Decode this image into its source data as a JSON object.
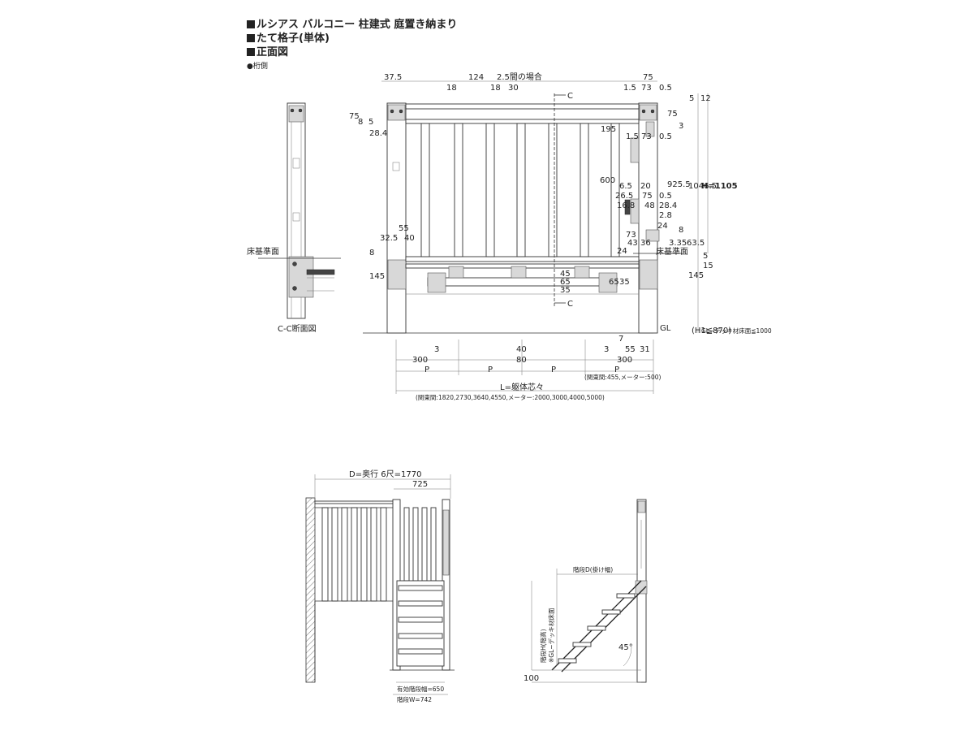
{
  "titles": {
    "line1": "ルシアス バルコニー 柱建式 庭置き納まり",
    "line2": "たて格子(単体)",
    "line3": "正面図",
    "sub": "●桁側"
  },
  "labels": {
    "floor_left": "床基準面",
    "floor_right": "床基準面",
    "cc_section": "C-C断面図",
    "section_c": "C",
    "gl": "GL",
    "span_case": "2.5間の場合",
    "p": "P",
    "l_center": "L=躯体芯々",
    "kanto_p": "(関東間:455,メーター:500)",
    "kanto_l": "(関東間:1820,2730,3640,4550,メーター:2000,3000,4000,5000)",
    "h_total": "H=1105",
    "h1": "(H1≦870)",
    "gl_deck": "GL~デッキ材床面≦1000",
    "depth": "D=奥行 6尺=1770",
    "w725": "725",
    "stair_eff": "有効階段幅=650",
    "stair_w": "階段W=742",
    "stair_d": "階段D(掛け幅)",
    "stair_h": "階段H(階高)",
    "stair_note": "※GL~デッキ材床面",
    "angle": "45°",
    "h100": "100"
  },
  "dims": {
    "d37_5": "37.5",
    "d18a": "18",
    "d124": "124",
    "d18b": "18",
    "d30": "30",
    "d75top": "75",
    "d1_5a": "1.5",
    "d73a": "73",
    "d0_5a": "0.5",
    "d5": "5",
    "d12": "12",
    "d75r": "75",
    "d3": "3",
    "d75l": "75",
    "d8l": "8",
    "d5l": "5",
    "d28_4l": "28.4",
    "d195": "195",
    "d1_5b": "1.5",
    "d73b": "73",
    "d0_5b": "0.5",
    "d600": "600",
    "d925_5": "925.5",
    "d1046_5": "1046.5",
    "d6_5": "6.5",
    "d20": "20",
    "d26_5": "26.5",
    "d75c": "75",
    "d0_5c": "0.5",
    "d16_8": "16.8",
    "d48": "48",
    "d28_4r": "28.4",
    "d2_8": "2.8",
    "d24a": "24",
    "d73c": "73",
    "d8r": "8",
    "d43": "43",
    "d36": "36",
    "d3_35": "3.35",
    "d63_5": "63.5",
    "d55a": "55",
    "d32_5": "32.5",
    "d40a": "40",
    "d8b": "8",
    "d24b": "24",
    "d5b": "5",
    "d15": "15",
    "d145l": "145",
    "d145r": "145",
    "d35a": "35",
    "d65a": "65",
    "d45": "45",
    "d65b": "65",
    "d35b": "35",
    "d7": "7",
    "d3a": "3",
    "d3b": "3",
    "d40b": "40",
    "d80": "80",
    "d300a": "300",
    "d300b": "300",
    "d55b": "55",
    "d31": "31"
  }
}
